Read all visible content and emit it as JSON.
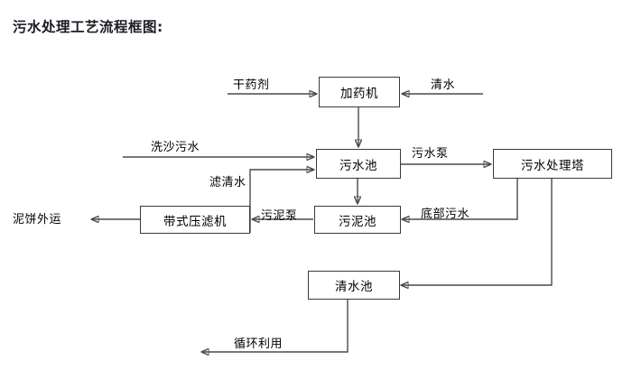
{
  "diagram": {
    "title": "污水处理工艺流程框图:",
    "nodes": [
      {
        "id": "dosing-machine",
        "label": "加药机"
      },
      {
        "id": "wastewater-pool",
        "label": "污水池"
      },
      {
        "id": "treatment-tower",
        "label": "污水处理塔"
      },
      {
        "id": "belt-filter-press",
        "label": "带式压滤机"
      },
      {
        "id": "sludge-pool",
        "label": "污泥池"
      },
      {
        "id": "clean-water-pool",
        "label": "清水池"
      }
    ],
    "edge_labels": [
      {
        "id": "dry-reagent",
        "label": "干药剂"
      },
      {
        "id": "clean-water-in",
        "label": "清水"
      },
      {
        "id": "sand-wash-wastewater",
        "label": "洗沙污水"
      },
      {
        "id": "filtered-water",
        "label": "滤清水"
      },
      {
        "id": "wastewater-pump",
        "label": "污水泵"
      },
      {
        "id": "mud-cake-out",
        "label": "泥饼外运"
      },
      {
        "id": "sludge-pump",
        "label": "污泥泵"
      },
      {
        "id": "bottom-wastewater",
        "label": "底部污水"
      },
      {
        "id": "recycle-reuse",
        "label": "循环利用"
      }
    ],
    "colors": {
      "line": "#4a4a4a",
      "node_border": "#3a3a3a",
      "text": "#000000",
      "title": "#1b1b24",
      "background": "#ffffff"
    }
  }
}
